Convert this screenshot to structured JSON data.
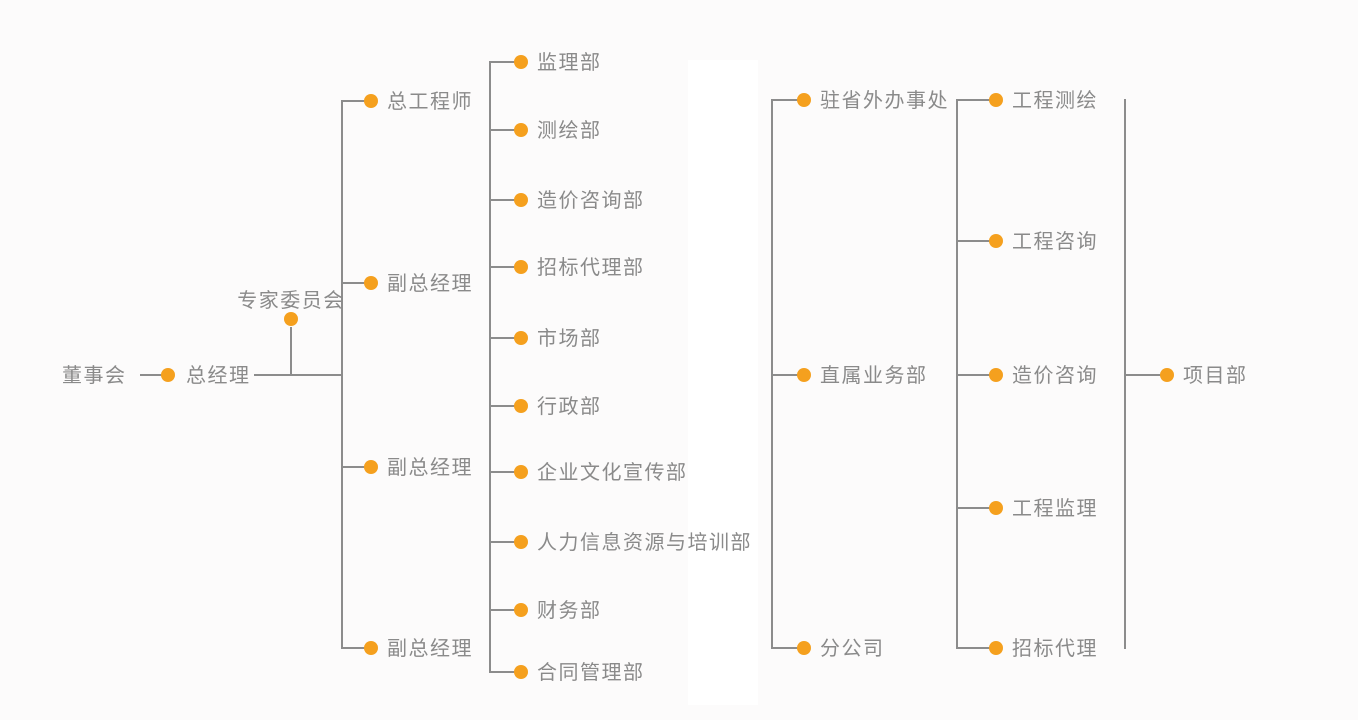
{
  "page": {
    "background": "#fcfbfb"
  },
  "palette": {
    "accent_orange": "#F5A01E",
    "connector_gray": "#8C8C8C",
    "label_gray": "#8A8A8A"
  },
  "org_chart": {
    "executive": {
      "board": "董事会",
      "general_manager": "总经理",
      "expert_committee": "专家委员会",
      "chief_engineer": "总工程师",
      "deputy_general_managers": [
        "副总经理",
        "副总经理",
        "副总经理"
      ]
    },
    "departments": [
      "监理部",
      "测绘部",
      "造价咨询部",
      "招标代理部",
      "市场部",
      "行政部",
      "企业文化宣传部",
      "人力信息资源与培训部",
      "财务部",
      "合同管理部"
    ],
    "branches": [
      "驻省外办事处",
      "直属业务部",
      "分公司"
    ],
    "business_units": [
      "工程测绘",
      "工程咨询",
      "造价咨询",
      "工程监理",
      "招标代理"
    ],
    "project_department": "项目部"
  }
}
